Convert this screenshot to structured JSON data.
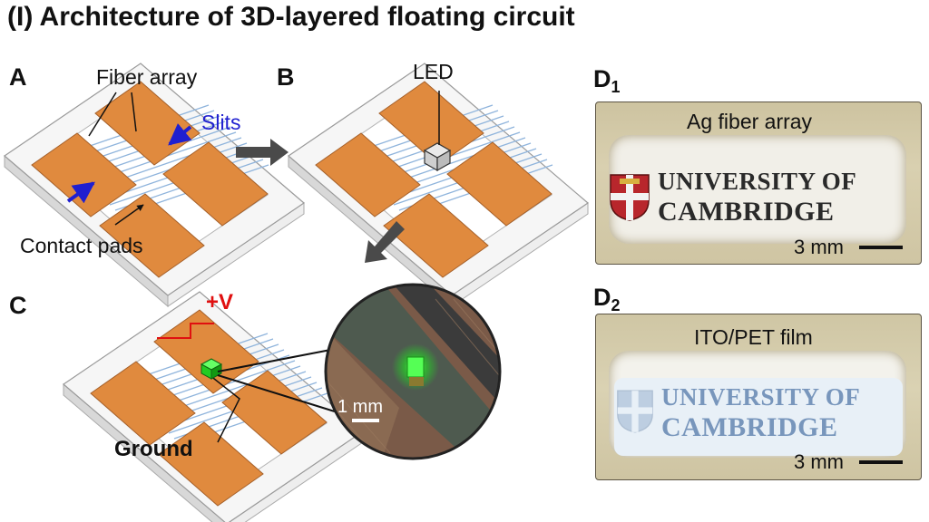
{
  "title": "(I) Architecture of 3D-layered floating circuit",
  "panels": {
    "A": {
      "label": "A",
      "fiber_array": "Fiber array",
      "slits": "Slits",
      "contact_pads": "Contact pads"
    },
    "B": {
      "label": "B",
      "led": "LED"
    },
    "C": {
      "label": "C",
      "plus_v": "+V",
      "ground": "Ground",
      "inset_scale": "1 mm"
    },
    "D1": {
      "label": "D",
      "subscript": "1",
      "caption": "Ag fiber array",
      "logo_line1": "UNIVERSITY OF",
      "logo_line2": "CAMBRIDGE",
      "scale": "3 mm"
    },
    "D2": {
      "label": "D",
      "subscript": "2",
      "caption": "ITO/PET film",
      "logo_line1": "UNIVERSITY OF",
      "logo_line2": "CAMBRIDGE",
      "scale": "3 mm"
    }
  },
  "colors": {
    "pad": "#e08a3e",
    "fiber": "#8fb4dc",
    "arrow_blue": "#1f1fd0",
    "plus_v": "#e01010",
    "led_green": "#22dd22",
    "flow_arrow": "#4a4a4a"
  }
}
